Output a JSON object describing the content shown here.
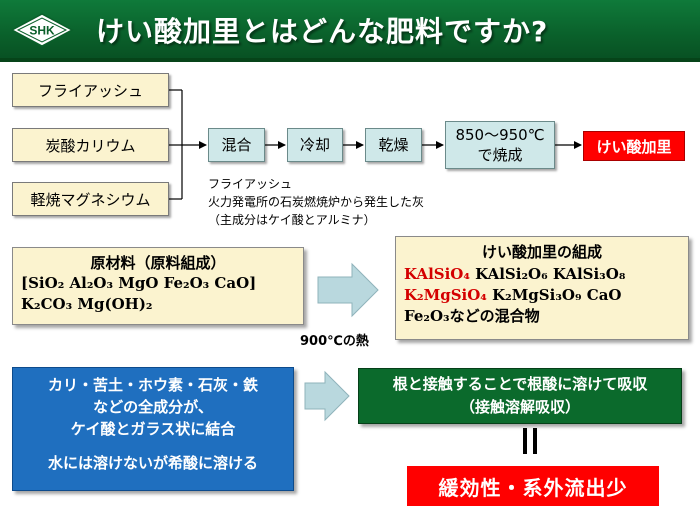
{
  "header": {
    "logo_text": "SHK",
    "title": "けい酸加里とはどんな肥料ですか?"
  },
  "flow": {
    "materials": [
      "フライアッシュ",
      "炭酸カリウム",
      "軽焼マグネシウム"
    ],
    "steps": [
      "混合",
      "冷却",
      "乾燥"
    ],
    "firing_line1": "850～950℃",
    "firing_line2": "で焼成",
    "product": "けい酸加里",
    "flyash_note": "フライアッシュ\n火力発電所の石炭燃焼炉から発生した灰\n（主成分はケイ酸とアルミナ）"
  },
  "raw_materials": {
    "title": "原材料（原料組成）",
    "line1": "[SiO₂  Al₂O₃  MgO  Fe₂O₃  CaO]",
    "line2": "K₂CO₃  Mg(OH)₂"
  },
  "heat_label": "900℃の熱",
  "composition": {
    "title": "けい酸加里の組成",
    "row1_red": "KAlSiO₄",
    "row1_rest": "  KAlSi₂O₆  KAlSi₃O₈",
    "row2_red": "K₂MgSiO₄",
    "row2_rest": "  K₂MgSi₃O₉  CaO",
    "row3_formula": "Fe₂O₃",
    "row3_text": "などの混合物"
  },
  "bonding": {
    "line1": "カリ・苦土・ホウ素・石灰・鉄",
    "line2": "などの全成分が、",
    "line3": "ケイ酸とガラス状に結合",
    "line4": "水には溶けないが希酸に溶ける"
  },
  "absorption": {
    "line1": "根と接触することで根酸に溶けて吸収",
    "line2": "（接触溶解吸収）"
  },
  "result": "緩効性・系外流出少",
  "colors": {
    "title_green": "#0a5f2a",
    "cream": "#fbf3cf",
    "teal": "#cfe8e9",
    "red": "#ff0000",
    "blue": "#1f6fbf",
    "dark_green": "#0b6a2c"
  }
}
